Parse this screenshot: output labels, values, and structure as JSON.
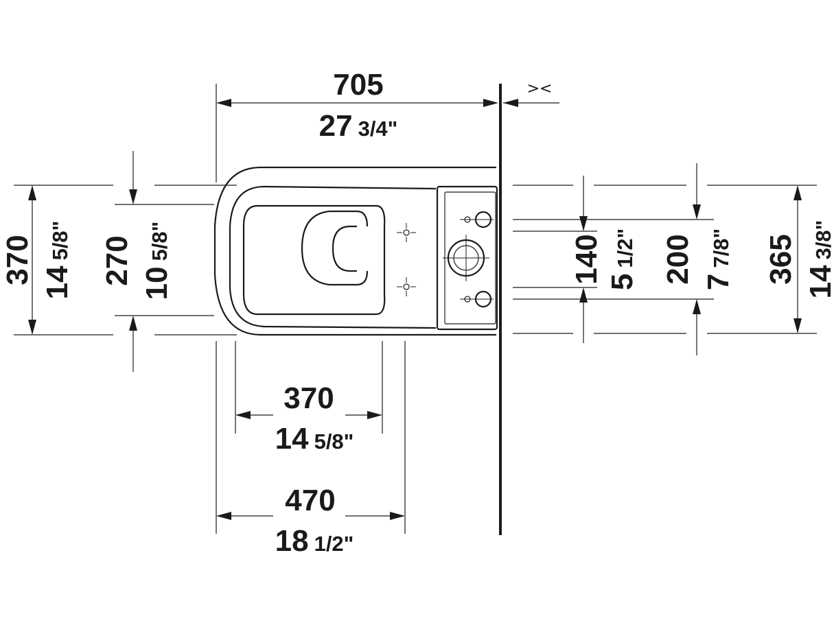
{
  "dimensions": {
    "total_length": {
      "mm": "705",
      "inch_whole": "27",
      "inch_frac": "3/4\""
    },
    "width_left": {
      "mm": "370",
      "inch_whole": "14",
      "inch_frac": "5/8\""
    },
    "width_seat": {
      "mm": "270",
      "inch_whole": "10",
      "inch_frac": "5/8\""
    },
    "bowl_370": {
      "mm": "370",
      "inch_whole": "14",
      "inch_frac": "5/8\""
    },
    "bowl_470": {
      "mm": "470",
      "inch_whole": "18",
      "inch_frac": "1/2\""
    },
    "fix_140": {
      "mm": "140",
      "inch_whole": "5",
      "inch_frac": "1/2\""
    },
    "fix_200": {
      "mm": "200",
      "inch_whole": "7",
      "inch_frac": "7/8\""
    },
    "tank_365": {
      "mm": "365",
      "inch_whole": "14",
      "inch_frac": "3/8\""
    }
  },
  "wall_gap_symbol": "><"
}
